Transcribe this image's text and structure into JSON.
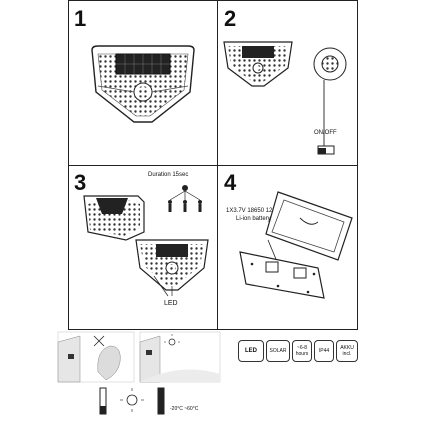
{
  "steps": [
    {
      "number": "1"
    },
    {
      "number": "2"
    },
    {
      "number": "3"
    },
    {
      "number": "4"
    }
  ],
  "step2": {
    "switch_label": "ON/OFF"
  },
  "step3": {
    "sensor_label": "Duration 15sec",
    "led_label": "LED"
  },
  "step4": {
    "battery_line1": "1X3.7V 18650 1200mAh",
    "battery_line2": "Li-ion battery"
  },
  "features": [
    {
      "icon": "led-badge-icon",
      "line1": "LED",
      "line2": ""
    },
    {
      "icon": "solar-badge-icon",
      "line1": "SOLAR",
      "line2": ""
    },
    {
      "icon": "hours-badge-icon",
      "line1": "~6-8",
      "line2": "hours"
    },
    {
      "icon": "ip-rating-badge-icon",
      "line1": "IP44",
      "line2": ""
    },
    {
      "icon": "battery-badge-icon",
      "line1": "AKKU",
      "line2": "incl."
    }
  ],
  "bottom_temperature": "-20°C ~60°C"
}
